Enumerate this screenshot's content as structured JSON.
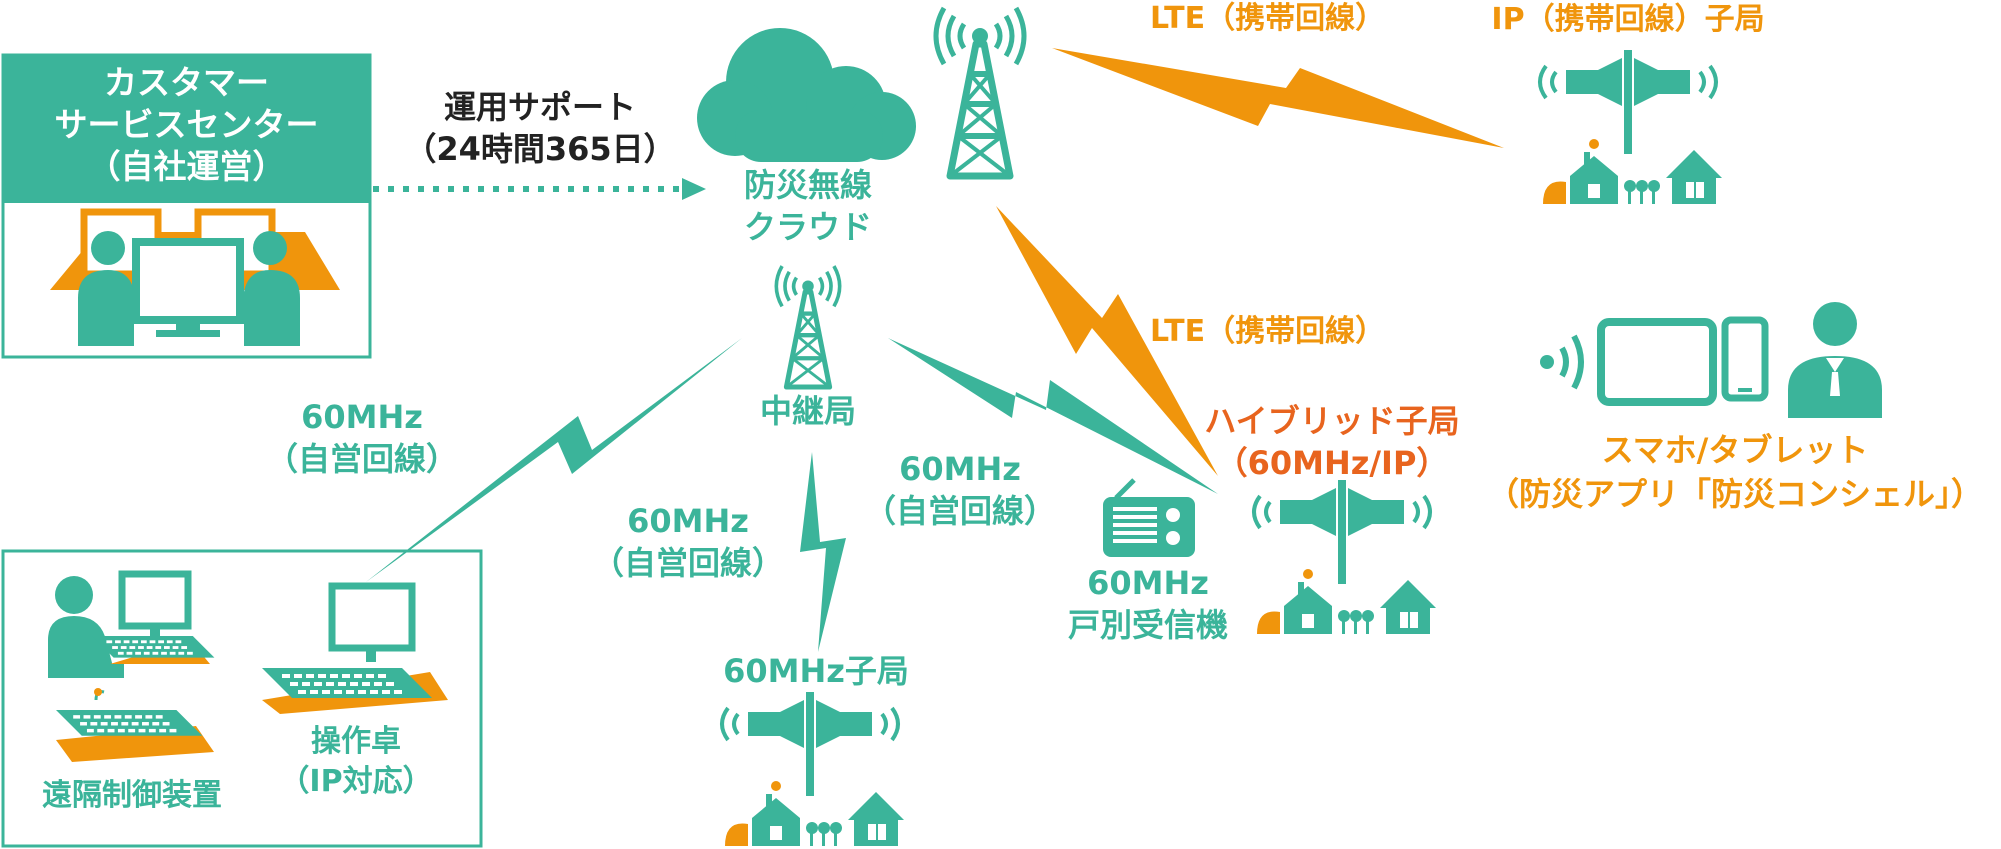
{
  "center": {
    "title": "カスタマー サービスセンター （自社運営）",
    "lines": [
      "カスタマー",
      "サービスセンター",
      "（自社運営）"
    ]
  },
  "support": {
    "lines": [
      "運用サポート",
      "（24時間365日）"
    ]
  },
  "cloud": {
    "lines": [
      "防災無線",
      "クラウド"
    ]
  },
  "relay": {
    "label": "中継局"
  },
  "links": {
    "lte_top": "LTE（携帯回線）",
    "lte_mid": "LTE（携帯回線）",
    "left": [
      "60MHz",
      "（自営回線）"
    ],
    "mid_left": [
      "60MHz",
      "（自営回線）"
    ],
    "mid_right": [
      "60MHz",
      "（自営回線）"
    ]
  },
  "stations": {
    "ip": "IP（携帯回線）子局",
    "hybrid": [
      "ハイブリッド子局",
      "（60MHz/IP）"
    ],
    "sixty": "60MHz子局",
    "receiver": [
      "60MHz",
      "戸別受信機"
    ]
  },
  "smartphone": {
    "lines": [
      "スマホ/タブレット",
      "（防災アプリ「防災コンシェル」）"
    ]
  },
  "consoles": {
    "remote": "遠隔制御装置",
    "operator": [
      "操作卓",
      "（IP対応）"
    ]
  },
  "colors": {
    "teal": "#3bb49a",
    "orange": "#f0950c",
    "red_orange": "#e8641e",
    "text_dark": "#222222"
  }
}
